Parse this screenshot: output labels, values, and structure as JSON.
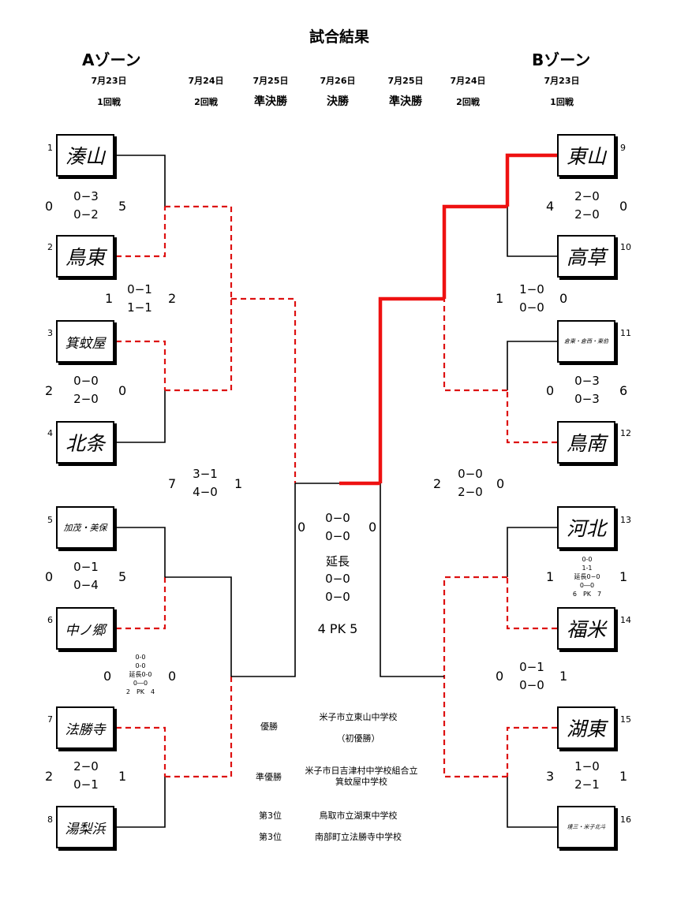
{
  "title": "試合結果",
  "zones": {
    "a": "Aゾーン",
    "b": "Bゾーン"
  },
  "columns": {
    "a_r1": {
      "date": "7月23日",
      "round": "1回戦"
    },
    "a_r2": {
      "date": "7月24日",
      "round": "2回戦"
    },
    "a_sf": {
      "date": "7月25日",
      "round": "準決勝"
    },
    "final": {
      "date": "7月26日",
      "round": "決勝"
    },
    "b_sf": {
      "date": "7月25日",
      "round": "準決勝"
    },
    "b_r2": {
      "date": "7月24日",
      "round": "2回戦"
    },
    "b_r1": {
      "date": "7月23日",
      "round": "1回戦"
    }
  },
  "teams": [
    {
      "seed": "1",
      "name": "湊山"
    },
    {
      "seed": "2",
      "name": "鳥東"
    },
    {
      "seed": "3",
      "name": "箕蚊屋"
    },
    {
      "seed": "4",
      "name": "北条"
    },
    {
      "seed": "5",
      "name": "加茂・美保"
    },
    {
      "seed": "6",
      "name": "中ノ郷"
    },
    {
      "seed": "7",
      "name": "法勝寺"
    },
    {
      "seed": "8",
      "name": "湯梨浜"
    },
    {
      "seed": "9",
      "name": "東山"
    },
    {
      "seed": "10",
      "name": "高草"
    },
    {
      "seed": "11",
      "name": "倉東・倉西・東伯"
    },
    {
      "seed": "12",
      "name": "鳥南"
    },
    {
      "seed": "13",
      "name": "河北"
    },
    {
      "seed": "14",
      "name": "福米"
    },
    {
      "seed": "15",
      "name": "湖東"
    },
    {
      "seed": "16",
      "name": "境三・米子北斗"
    }
  ],
  "matches": {
    "m1": {
      "left": "0",
      "halves": [
        "0−3",
        "0−2"
      ],
      "right": "5"
    },
    "m2": {
      "left": "2",
      "halves": [
        "0−0",
        "2−0"
      ],
      "right": "0"
    },
    "m3": {
      "left": "0",
      "halves": [
        "0−1",
        "0−4"
      ],
      "right": "5"
    },
    "m4": {
      "left": "2",
      "halves": [
        "2−0",
        "0−1"
      ],
      "right": "1"
    },
    "m5": {
      "left": "1",
      "halves": [
        "0−1",
        "1−1"
      ],
      "right": "2"
    },
    "m6": {
      "left": "0",
      "detail": [
        "0-0",
        "0-0",
        "延長0-0",
        "0―0",
        "2　PK　4"
      ],
      "right": "0"
    },
    "m7": {
      "left": "7",
      "halves": [
        "3−1",
        "4−0"
      ],
      "right": "1"
    },
    "m8": {
      "left": "4",
      "halves": [
        "2−0",
        "2−0"
      ],
      "right": "0"
    },
    "m9": {
      "left": "0",
      "halves": [
        "0−3",
        "0−3"
      ],
      "right": "6"
    },
    "m10": {
      "left": "1",
      "detail": [
        "0-0",
        "1-1",
        "延長0−0",
        "0―0",
        "6　PK　7"
      ],
      "right": "1"
    },
    "m11": {
      "left": "3",
      "halves": [
        "1−0",
        "2−1"
      ],
      "right": "1"
    },
    "m12": {
      "left": "1",
      "halves": [
        "1−0",
        "0−0"
      ],
      "right": "0"
    },
    "m13": {
      "left": "0",
      "halves": [
        "0−1",
        "0−0"
      ],
      "right": "1"
    },
    "m14": {
      "left": "2",
      "halves": [
        "0−0",
        "2−0"
      ],
      "right": "0"
    },
    "final": {
      "left": "0",
      "lines": [
        "0−0",
        "0−0",
        "延長",
        "0−0",
        "0−0"
      ],
      "right": "0",
      "pk": "4 PK 5"
    }
  },
  "results": {
    "champion": {
      "label": "優勝",
      "value": "米子市立東山中学校",
      "note": "（初優勝）"
    },
    "runner_up": {
      "label": "準優勝",
      "value_lines": [
        "米子市日吉津村中学校組合立",
        "箕蚊屋中学校"
      ]
    },
    "third": [
      {
        "label": "第3位",
        "value": "鳥取市立湖東中学校"
      },
      {
        "label": "第3位",
        "value": "南部町立法勝寺中学校"
      }
    ]
  },
  "colors": {
    "line": "#000000",
    "winner_line": "#ee1111",
    "dashed": "#dd1111"
  }
}
